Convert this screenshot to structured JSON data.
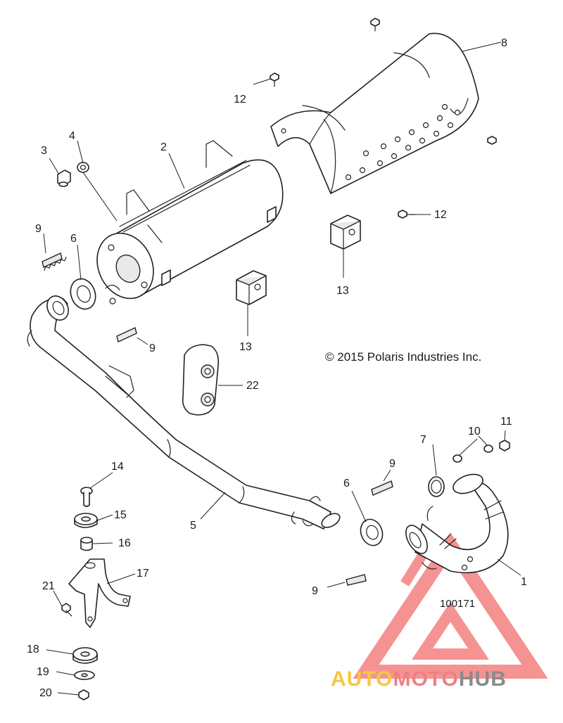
{
  "copyright": "© 2015 Polaris Industries Inc.",
  "reference_number": "100171",
  "watermark": {
    "segments": [
      {
        "text": "AUTO",
        "color": "#f5c842"
      },
      {
        "text": "MOTO",
        "color": "#f08080"
      },
      {
        "text": "HUB",
        "color": "#8a8a8a"
      }
    ],
    "triangle_color": "#ee3b3b"
  },
  "callouts": {
    "c1": "1",
    "c2": "2",
    "c3": "3",
    "c4": "4",
    "c5": "5",
    "c6a": "6",
    "c6b": "6",
    "c7": "7",
    "c8": "8",
    "c9a": "9",
    "c9b": "9",
    "c9c": "9",
    "c9d": "9",
    "c10": "10",
    "c11": "11",
    "c12a": "12",
    "c12b": "12",
    "c13a": "13",
    "c13b": "13",
    "c14": "14",
    "c15": "15",
    "c16": "16",
    "c17": "17",
    "c18": "18",
    "c19": "19",
    "c20": "20",
    "c21": "21",
    "c22": "22"
  }
}
